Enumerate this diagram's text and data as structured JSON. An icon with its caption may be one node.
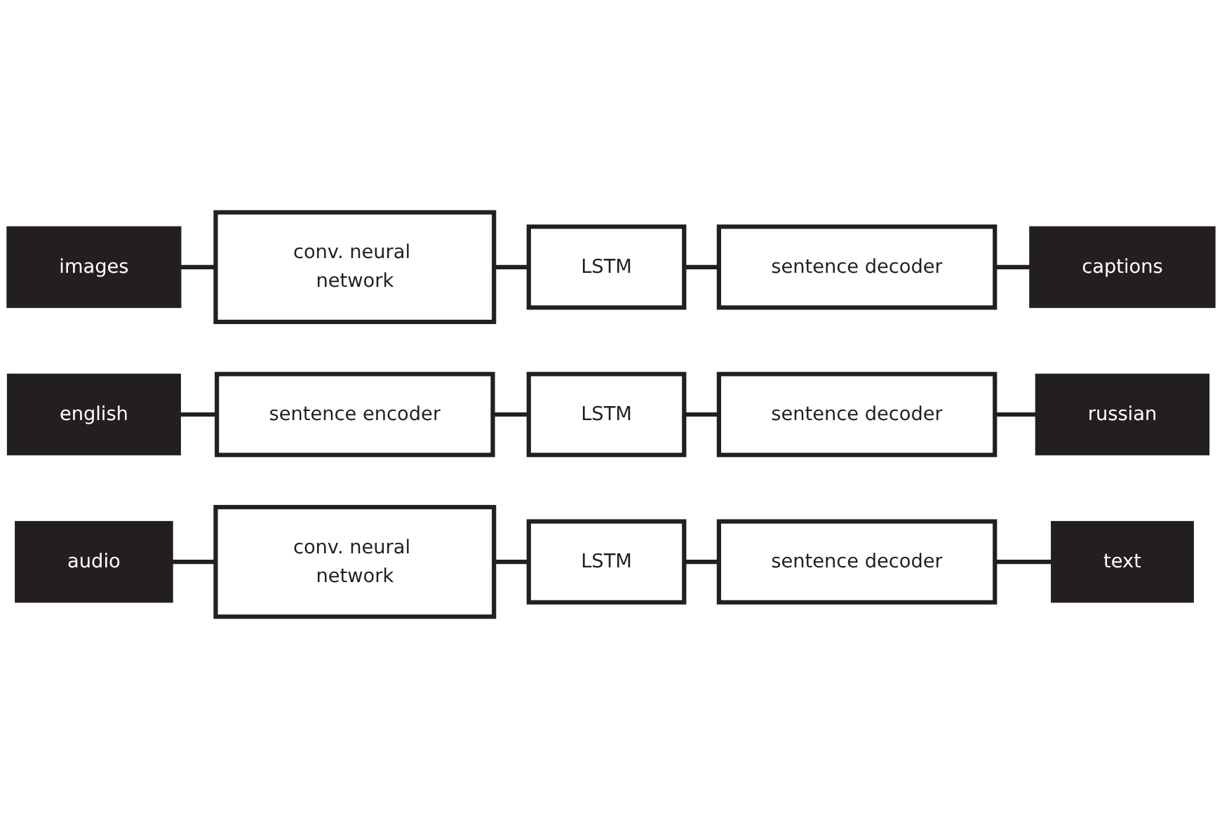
{
  "diagram": {
    "nodes": [
      {
        "text": [
          "images"
        ]
      },
      {
        "text": [
          "conv. neural network"
        ]
      },
      {
        "text": [
          "LSTM"
        ]
      },
      {
        "text": [
          "sentence decoder"
        ]
      },
      {
        "text": [
          "captions"
        ]
      },
      {
        "text": [
          "english"
        ]
      },
      {
        "text": [
          "sentence encoder"
        ]
      },
      {
        "text": [
          "LSTM"
        ]
      },
      {
        "text": [
          "sentence decoder"
        ]
      },
      {
        "text": [
          "russian"
        ]
      },
      {
        "text": [
          "audio"
        ]
      },
      {
        "text": [
          "conv. neural network"
        ]
      },
      {
        "text": [
          "LSTM"
        ]
      },
      {
        "text": [
          "sentence decoder"
        ]
      },
      {
        "text": [
          "text"
        ]
      }
    ],
    "edges": [
      {
        "from": 0,
        "to": 1,
        "arrow": "none"
      },
      {
        "from": 1,
        "to": 2,
        "arrow": "none"
      },
      {
        "from": 2,
        "to": 3,
        "arrow": "none"
      },
      {
        "from": 3,
        "to": 4,
        "arrow": "none"
      },
      {
        "from": 5,
        "to": 6,
        "arrow": "none"
      },
      {
        "from": 6,
        "to": 7,
        "arrow": "none"
      },
      {
        "from": 7,
        "to": 8,
        "arrow": "none"
      },
      {
        "from": 8,
        "to": 9,
        "arrow": "none"
      },
      {
        "from": 10,
        "to": 11,
        "arrow": "none"
      },
      {
        "from": 11,
        "to": 12,
        "arrow": "none"
      },
      {
        "from": 12,
        "to": 13,
        "arrow": "none"
      },
      {
        "from": 13,
        "to": 14,
        "arrow": "none"
      }
    ]
  }
}
